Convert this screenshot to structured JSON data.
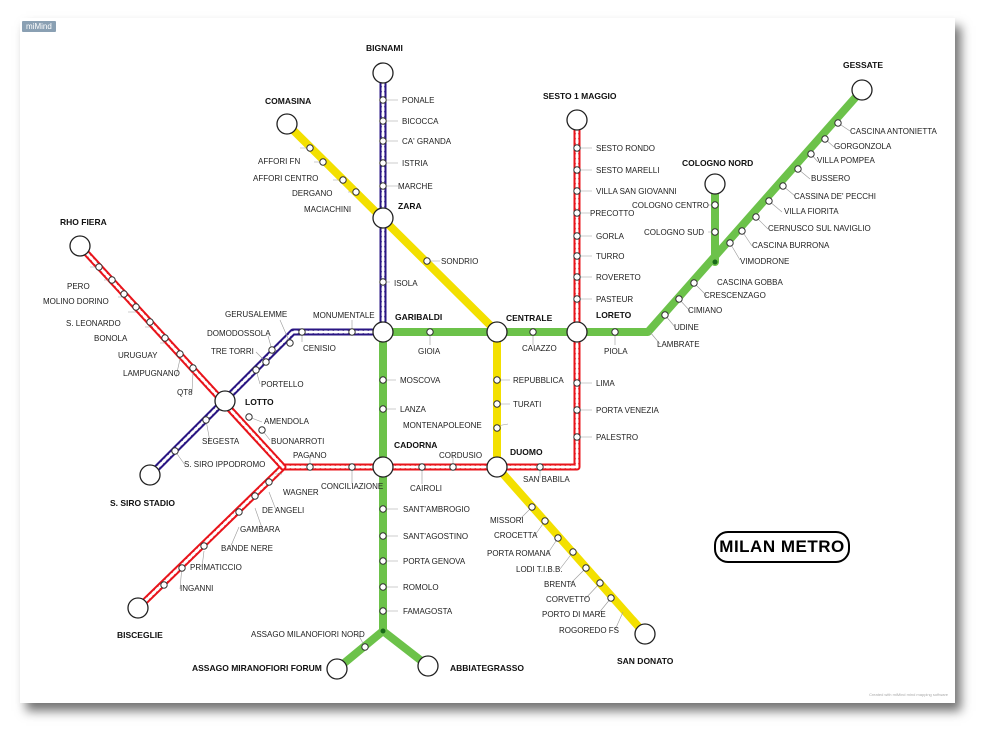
{
  "app_badge": "miMind",
  "map_title": "MILAN METRO",
  "colors": {
    "line_red": "#e8141b",
    "line_green": "#6cc24a",
    "line_yellow": "#f3e000",
    "line_purple": "#2a1683",
    "background": "#ffffff"
  },
  "credit": "Created with miMind mind mapping software",
  "terminals": [
    "BIGNAMI",
    "COMASINA",
    "SESTO 1 MAGGIO",
    "GESSATE",
    "COLOGNO NORD",
    "RHO FIERA",
    "S. SIRO STADIO",
    "BISCEGLIE",
    "ASSAGO MIRANOFIORI FORUM",
    "ABBIATEGRASSO",
    "SAN DONATO"
  ],
  "interchanges": [
    "ZARA",
    "GARIBALDI",
    "CENTRALE",
    "LORETO",
    "LOTTO",
    "CADORNA",
    "DUOMO"
  ],
  "stations": [
    "PONALE",
    "BICOCCA",
    "CA' GRANDA",
    "ISTRIA",
    "MARCHE",
    "SONDRIO",
    "ISOLA",
    "AFFORI FN",
    "AFFORI CENTRO",
    "DERGANO",
    "MACIACHINI",
    "MONUMENTALE",
    "CENISIO",
    "GERUSALEMME",
    "DOMODOSSOLA",
    "TRE TORRI",
    "PORTELLO",
    "SEGESTA",
    "S. SIRO IPPODROMO",
    "GIOIA",
    "CAIAZZO",
    "PIOLA",
    "LAMBRATE",
    "UDINE",
    "CIMIANO",
    "CRESCENZAGO",
    "CASCINA GOBBA",
    "VIMODRONE",
    "CASCINA BURRONA",
    "CERNUSCO SUL NAVIGLIO",
    "VILLA FIORITA",
    "CASSINA DE' PECCHI",
    "BUSSERO",
    "VILLA POMPEA",
    "GORGONZOLA",
    "CASCINA ANTONIETTA",
    "COLOGNO CENTRO",
    "COLOGNO SUD",
    "SESTO RONDO",
    "SESTO MARELLI",
    "VILLA SAN GIOVANNI",
    "PRECOTTO",
    "GORLA",
    "TURRO",
    "ROVERETO",
    "PASTEUR",
    "LIMA",
    "PORTA VENEZIA",
    "PALESTRO",
    "SAN BABILA",
    "CORDUSIO",
    "CAIROLI",
    "CONCILIAZIONE",
    "PAGANO",
    "BUONARROTI",
    "AMENDOLA",
    "WAGNER",
    "DE ANGELI",
    "GAMBARA",
    "BANDE NERE",
    "PRIMATICCIO",
    "INGANNI",
    "PERO",
    "MOLINO DORINO",
    "S. LEONARDO",
    "BONOLA",
    "URUGUAY",
    "LAMPUGNANO",
    "QT8",
    "MOSCOVA",
    "LANZA",
    "MONTENAPOLEONE",
    "TURATI",
    "REPUBBLICA",
    "MISSORI",
    "CROCETTA",
    "PORTA ROMANA",
    "LODI T.I.B.B.",
    "BRENTA",
    "CORVETTO",
    "PORTO DI MARE",
    "ROGOREDO FS",
    "SANT'AMBROGIO",
    "SANT'AGOSTINO",
    "PORTA GENOVA",
    "ROMOLO",
    "FAMAGOSTA",
    "ASSAGO MILANOFIORI NORD"
  ]
}
